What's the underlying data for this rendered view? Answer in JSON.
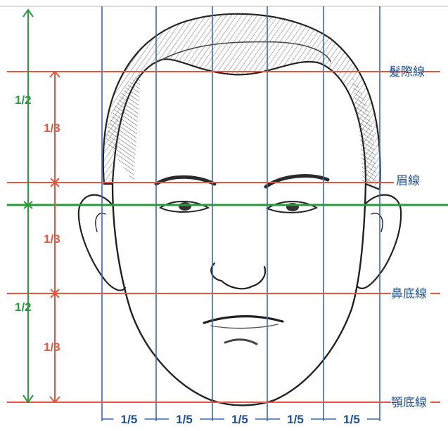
{
  "colors": {
    "red": "#e8553f",
    "green": "#2a9a3c",
    "blue": "#3d68b0",
    "label": "#1f4f95"
  },
  "labels": {
    "hairline": "髮際線",
    "brow": "眉線",
    "nose": "鼻底線",
    "chin": "顎底線"
  },
  "fractions": {
    "green_top": "1/2",
    "green_bottom": "1/2",
    "red_top": "1/3",
    "red_mid": "1/3",
    "red_bottom": "1/3",
    "fifths": [
      "1/5",
      "1/5",
      "1/5",
      "1/5",
      "1/5"
    ]
  },
  "proportions": {
    "vertical_halves": [
      0.5,
      0.5
    ],
    "vertical_thirds": [
      0.3333,
      0.3333,
      0.3333
    ],
    "horizontal_fifths": [
      0.2,
      0.2,
      0.2,
      0.2,
      0.2
    ]
  }
}
